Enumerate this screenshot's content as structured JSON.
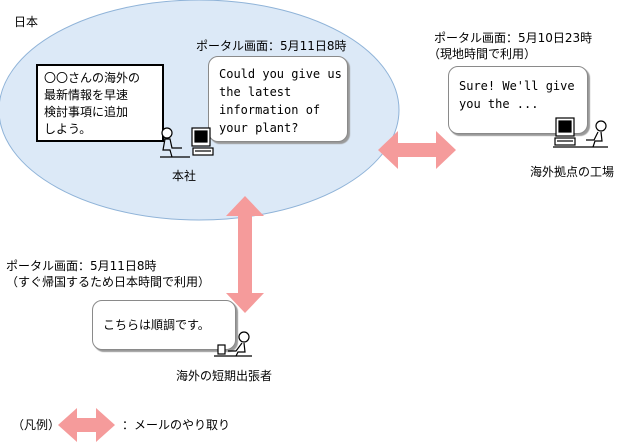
{
  "region_label": "日本",
  "hq": {
    "portal_caption": "ポータル画面：5月11日8時",
    "bubble_text": "Could you give us\nthe latest\ninformation of\nyour plant?",
    "note_text": "〇〇さんの海外の\n最新情報を早速\n検討事項に追加\nしよう。",
    "label": "本社"
  },
  "factory": {
    "portal_caption": "ポータル画面：5月10日23時",
    "portal_subcaption": "（現地時間で利用）",
    "bubble_text": "Sure! We'll give\nyou the ...",
    "label": "海外拠点の工場"
  },
  "traveler": {
    "portal_caption": "ポータル画面：5月11日8時",
    "portal_subcaption": "（すぐ帰国するため日本時間で利用）",
    "bubble_text": "こちらは順調です。",
    "label": "海外の短期出張者"
  },
  "legend": {
    "prefix": "（凡例）",
    "description": "：メールのやり取り"
  },
  "colors": {
    "japan_region": "#dce9f7",
    "arrow": "#f59b9b"
  },
  "icons": [
    "person-at-computer-icon",
    "double-arrow-icon"
  ]
}
